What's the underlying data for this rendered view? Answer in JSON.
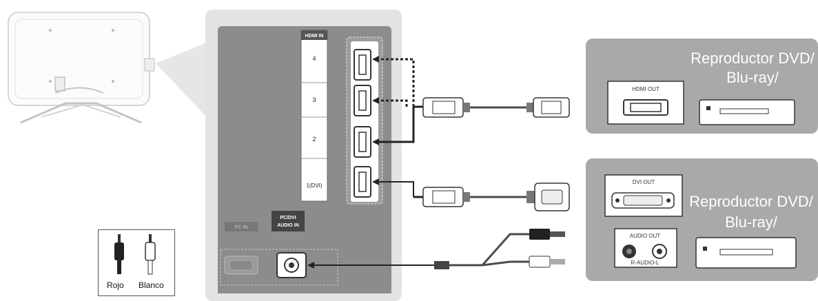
{
  "hdmi_panel": {
    "header": "HDMI IN",
    "ports": [
      "4",
      "3",
      "2",
      "1(DVI)"
    ],
    "pc_in_label": "PC IN",
    "pc_dvi_audio_line1": "PC/DVI",
    "pc_dvi_audio_line2": "AUDIO IN"
  },
  "device_top": {
    "title_line1": "Reproductor DVD/",
    "title_line2": "Blu-ray/",
    "port_label": "HDMI OUT"
  },
  "device_bottom": {
    "title_line1": "Reproductor DVD/",
    "title_line2": "Blu-ray/",
    "dvi_label": "DVI OUT",
    "audio_label": "AUDIO OUT",
    "audio_channels": "R-AUDIO-L"
  },
  "legend": {
    "red": "Rojo",
    "white": "Blanco"
  },
  "colors": {
    "device_box": "#a9a9a9",
    "panel_bg": "#e3e3e3",
    "panel_inner": "#8c8c8c",
    "cable": "#4a4a4a"
  }
}
